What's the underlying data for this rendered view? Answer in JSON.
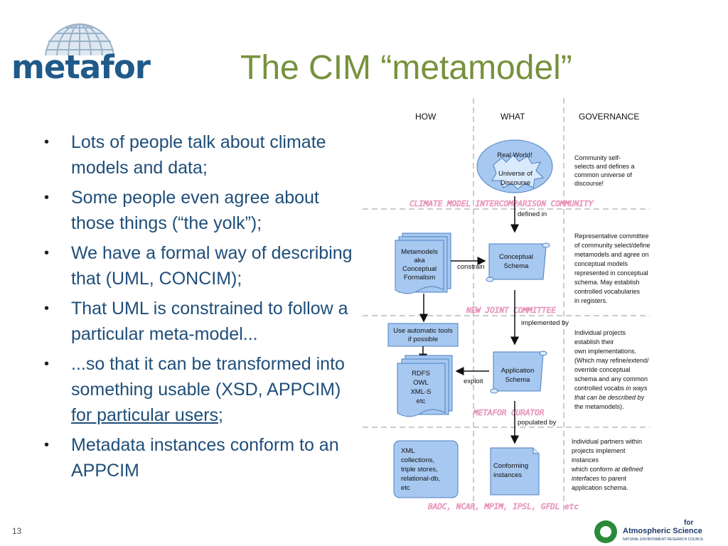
{
  "logo": {
    "text": "metafor"
  },
  "title": "The CIM “metamodel”",
  "bullets": [
    "Lots of people talk about climate models and data;",
    "Some people even agree about those things (“the yolk”);",
    "We have a formal way of describing that (UML, CONCIM);",
    "That UML is constrained to follow a particular meta-model...",
    {
      "before": "...so that it can be transformed into something usable (XSD, APPCIM) ",
      "underlined": "for particular users",
      "after": ";"
    },
    "Metadata instances conform to an APPCIM"
  ],
  "diagram": {
    "columns": {
      "how": "HOW",
      "what": "WHAT",
      "governance": "GOVERNANCE"
    },
    "real_world": [
      "Real World!"
    ],
    "universe": [
      "Universe of",
      "Discourse"
    ],
    "community_text": [
      "Community self-",
      "selects and  defines a",
      "common universe of",
      "discourse!"
    ],
    "climate_community": "CLIMATE MODEL INTERCOMPARISON COMMUNITY",
    "defined_in": "defined in",
    "metamodels": [
      "Metamodels",
      "aka",
      "Conceptual",
      "Formalism"
    ],
    "constrain": "constrain",
    "conceptual_schema": [
      "Conceptual",
      "Schema"
    ],
    "committee_text": [
      "Representative committee",
      "of community select/define",
      "metamodels and agree on",
      "conceptual models",
      "represented in conceptual",
      "schema. May establish",
      "controlled vocabularies",
      "in registers."
    ],
    "new_joint_committee": "NEW JOINT COMMITTEE",
    "implemented_by": "implemented by",
    "use_tools": [
      "Use automatic tools",
      "if possible"
    ],
    "projects_text": [
      "Individual projects",
      "establish their",
      "own implementations.",
      "(Which may refine/extend/",
      "override conceptual",
      "schema and any common",
      "controlled vocabs "
    ],
    "projects_italic": [
      "in ways",
      "that can be described by"
    ],
    "projects_end": "the metamodels).",
    "rdfs": [
      "RDFS",
      "OWL",
      "XML-S",
      "etc"
    ],
    "exploit": "exploit",
    "application_schema": [
      "Application",
      "Schema"
    ],
    "metafor_curator": "METAFOR CURATOR",
    "populated_by": "populated by",
    "xml": [
      "XML",
      "collections,",
      "triple stores,",
      "relational-db,",
      "etc"
    ],
    "conforming": [
      "Conforming",
      "instances"
    ],
    "partners_text": [
      "Individual partners within",
      "projects implement",
      "instances",
      "which conform "
    ],
    "partners_italic1": "at defined",
    "partners_italic2": "interfaces",
    "partners_after": " to parent",
    "partners_end": "application schema.",
    "orgs": "BADC, NCAR, MPIM, IPSL, GFDL etc"
  },
  "page_number": "13",
  "footer_logo": {
    "line1": "for",
    "line2": "Atmospheric Science",
    "line3": "NATURAL ENVIRONMENT RESEARCH COUNCIL"
  },
  "colors": {
    "title": "#76923c",
    "bullet_text": "#1f4e79",
    "box_fill": "#a7c8f0",
    "box_stroke": "#4a7fc0",
    "pink": "#e07aa8"
  }
}
